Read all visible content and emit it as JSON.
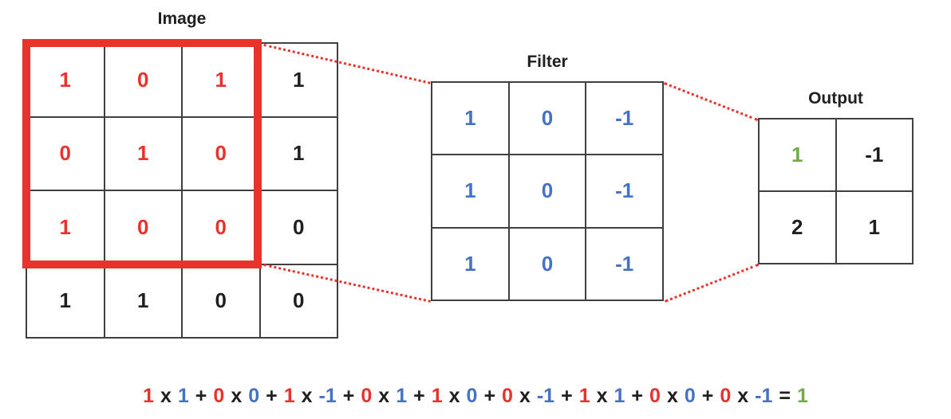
{
  "palette": {
    "red": "#e8322c",
    "blue": "#4472c4",
    "green": "#70ad47",
    "black": "#1f1f1f",
    "grid_line": "#404040",
    "highlight_box": "#e8322c",
    "dotted_line": "#e8322c"
  },
  "image": {
    "title": "Image",
    "values": [
      [
        1,
        0,
        1,
        1
      ],
      [
        0,
        1,
        0,
        1
      ],
      [
        1,
        0,
        0,
        0
      ],
      [
        1,
        1,
        0,
        0
      ]
    ],
    "value_colors": [
      [
        "red",
        "red",
        "red",
        "black"
      ],
      [
        "red",
        "red",
        "red",
        "black"
      ],
      [
        "red",
        "red",
        "red",
        "black"
      ],
      [
        "black",
        "black",
        "black",
        "black"
      ]
    ]
  },
  "filter": {
    "title": "Filter",
    "values": [
      [
        1,
        0,
        -1
      ],
      [
        1,
        0,
        -1
      ],
      [
        1,
        0,
        -1
      ]
    ],
    "value_colors": [
      [
        "blue",
        "blue",
        "blue"
      ],
      [
        "blue",
        "blue",
        "blue"
      ],
      [
        "blue",
        "blue",
        "blue"
      ]
    ]
  },
  "output": {
    "title": "Output",
    "values": [
      [
        1,
        -1
      ],
      [
        2,
        1
      ]
    ],
    "value_colors": [
      [
        "green",
        "black"
      ],
      [
        "black",
        "black"
      ]
    ]
  },
  "equation": {
    "terms": [
      {
        "image": "1",
        "filter": "1"
      },
      {
        "image": "0",
        "filter": "0"
      },
      {
        "image": "1",
        "filter": "-1"
      },
      {
        "image": "0",
        "filter": "1"
      },
      {
        "image": "1",
        "filter": "0"
      },
      {
        "image": "0",
        "filter": "-1"
      },
      {
        "image": "1",
        "filter": "1"
      },
      {
        "image": "0",
        "filter": "0"
      },
      {
        "image": "0",
        "filter": "-1"
      }
    ],
    "operator_multiply": "x",
    "operator_plus": "+",
    "operator_equals": "=",
    "result": "1"
  }
}
